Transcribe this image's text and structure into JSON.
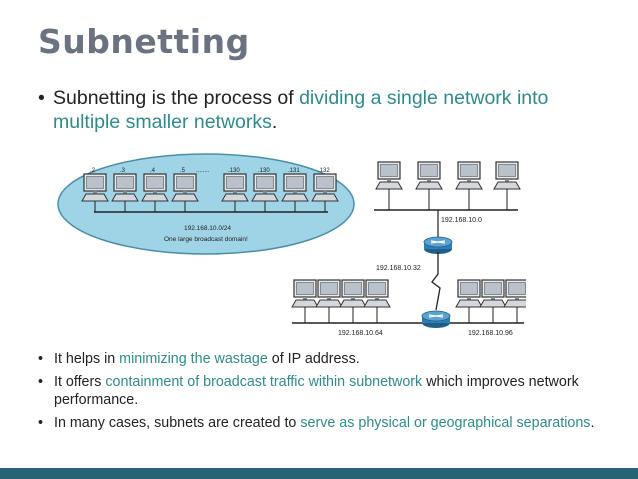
{
  "title": "Subnetting",
  "intro": {
    "bullet": "•",
    "text_before": "Subnetting is the process of ",
    "highlight": "dividing a single network into multiple smaller networks",
    "text_after": "."
  },
  "diagram": {
    "left_host_labels": [
      ".2",
      ".3",
      ".4",
      ".5",
      "........",
      ".130",
      ".130",
      ".131",
      ".132"
    ],
    "left_network": "192.168.10.0/24",
    "left_caption": "One large broadcast domain!",
    "subnets": {
      "top": "192.168.10.0",
      "middle": "192.168.10.32",
      "bottom_left": "192.168.10.64",
      "bottom_right": "192.168.10.96"
    }
  },
  "bullets": [
    {
      "pre": "It helps in ",
      "hl": "minimizing the wastage",
      "post": " of IP address."
    },
    {
      "pre": "It offers ",
      "hl": "containment of broadcast traffic within subnetwork",
      "post": " which improves network performance."
    },
    {
      "pre": "In many cases, subnets are created to ",
      "hl": "serve as physical or geographical separations",
      "post": "."
    }
  ],
  "colors": {
    "title": "#6b7280",
    "highlight": "#2e8b8b",
    "bottom_bar": "#2a6275",
    "ellipse": "#9fd3e6",
    "router": "#2f7fb4"
  }
}
